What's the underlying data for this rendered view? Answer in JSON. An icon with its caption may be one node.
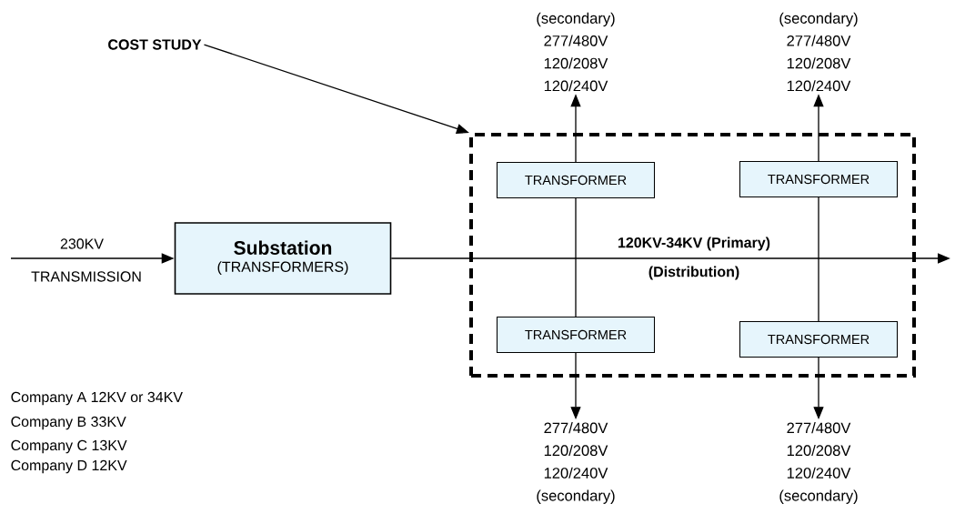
{
  "diagram": {
    "nodes": [
      {
        "text": [
          "Substation",
          "(TRANSFORMERS)"
        ]
      },
      {
        "text": [],
        "shape": "box"
      },
      {
        "text": [
          "COST STUDY"
        ]
      },
      {
        "text": [
          "TRANSFORMER"
        ],
        "in": 1
      },
      {
        "text": [
          "TRANSFORMER"
        ],
        "in": 1
      },
      {
        "text": [
          "TRANSFORMER"
        ],
        "in": 1
      },
      {
        "text": [
          "TRANSFORMER"
        ],
        "in": 1
      },
      {
        "text": [
          "(secondary) 277/480V 120/208V 120/240V"
        ]
      },
      {
        "text": [
          "(secondary) 277/480V 120/208V 120/240V"
        ]
      },
      {
        "text": [
          "277/480V 120/208V 120/240V (secondary)"
        ]
      },
      {
        "text": [
          "277/480V 120/208V 120/240V (secondary)"
        ]
      }
    ],
    "edges": [
      {
        "from": null,
        "to": 0,
        "arrow": "to",
        "label": "230KV"
      },
      {
        "from": 0,
        "to": null,
        "arrow": "to",
        "label": "120KV-34KV (Primary)"
      },
      {
        "from": 2,
        "to": 1,
        "arrow": "to"
      },
      {
        "from": 3,
        "to": 7,
        "arrow": "to"
      },
      {
        "from": 4,
        "to": 8,
        "arrow": "to"
      },
      {
        "from": 3,
        "to": 5,
        "arrow": "none"
      },
      {
        "from": 4,
        "to": 6,
        "arrow": "none"
      },
      {
        "from": 5,
        "to": 9,
        "arrow": "to"
      },
      {
        "from": 6,
        "to": 10,
        "arrow": "to"
      }
    ],
    "labels": [
      "TRANSMISSION",
      "(Distribution)",
      "Company A 12KV or 34KV",
      "Company B 33KV",
      "Company C 13KV",
      "Company D 12KV"
    ]
  }
}
